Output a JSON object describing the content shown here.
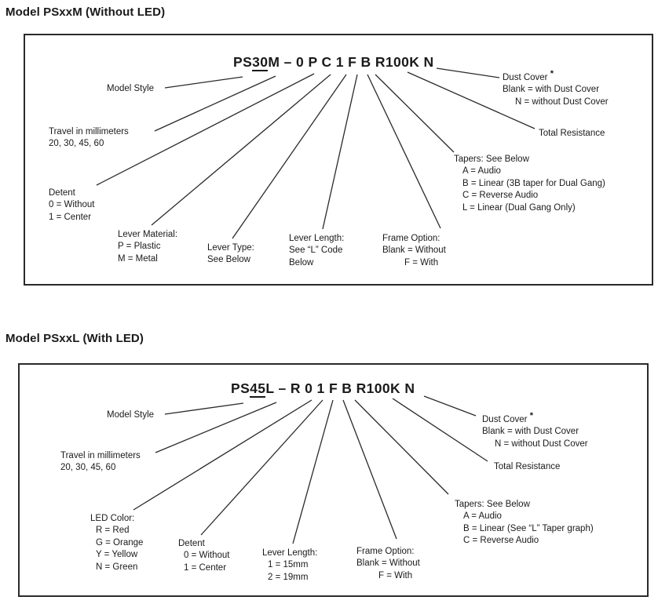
{
  "diagram1": {
    "heading": "Model PSxxM (Without LED)",
    "part_number": {
      "prefix": "PS",
      "travel_code": "30",
      "rest": "M – 0 P C 1 F B R100K N"
    },
    "labels": {
      "model_style": [
        "Model Style"
      ],
      "travel": [
        "Travel in millimeters",
        "20, 30, 45, 60"
      ],
      "detent": [
        "Detent",
        "0 = Without",
        "1 = Center"
      ],
      "lever_material": [
        "Lever Material:",
        "P = Plastic",
        "M = Metal"
      ],
      "lever_type": [
        "Lever Type:",
        "See Below"
      ],
      "lever_length": [
        "Lever Length:",
        "See “L” Code",
        "Below"
      ],
      "frame_option": [
        "Frame Option:",
        "Blank = Without",
        "F = With"
      ],
      "tapers": [
        "Tapers: See Below",
        "A = Audio",
        "B = Linear (3B taper for Dual Gang)",
        "C = Reverse Audio",
        "L = Linear (Dual Gang Only)"
      ],
      "total_resistance": [
        "Total Resistance"
      ],
      "dust_cover": [
        "Dust Cover",
        "Blank = with Dust Cover",
        "N = without Dust Cover"
      ],
      "dust_cover_star": "*"
    }
  },
  "diagram2": {
    "heading": "Model PSxxL (With LED)",
    "part_number": {
      "prefix": "PS",
      "travel_code": "45",
      "rest": "L – R 0 1 F B R100K N"
    },
    "labels": {
      "model_style": [
        "Model Style"
      ],
      "travel": [
        "Travel in millimeters",
        "20, 30, 45, 60"
      ],
      "led_color": [
        "LED Color:",
        "R = Red",
        "G = Orange",
        "Y = Yellow",
        "N = Green"
      ],
      "detent": [
        "Detent",
        "0 = Without",
        "1 = Center"
      ],
      "lever_length": [
        "Lever Length:",
        "1 = 15mm",
        "2 = 19mm"
      ],
      "frame_option": [
        "Frame Option:",
        "Blank = Without",
        "F = With"
      ],
      "tapers": [
        "Tapers: See Below",
        "A = Audio",
        "B = Linear (See “L” Taper graph)",
        "C = Reverse Audio"
      ],
      "total_resistance": [
        "Total Resistance"
      ],
      "dust_cover": [
        "Dust Cover",
        "Blank = with Dust Cover",
        "N = without Dust Cover"
      ],
      "dust_cover_star": "*"
    }
  }
}
